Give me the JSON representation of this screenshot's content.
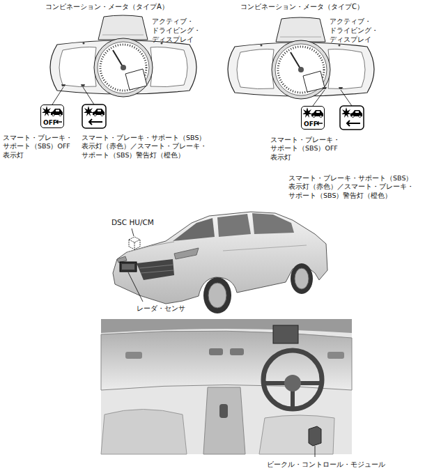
{
  "diagram": {
    "nodes": [
      {
        "text": [
          "OFF"
        ]
      },
      {
        "text": [
          "OFF"
        ]
      }
    ],
    "labels": [
      "コンビネーション・メータ（タイプA）",
      "アクティブ・ ドライビング・ ディスプレイ",
      "コンビネーション・メータ（タイプC）",
      "アクティブ・ ドライビング・ ディスプレイ",
      "スマート・ブレーキ・ サポート（SBS）OFF 表示灯",
      "スマート・ブレーキ・サポート（SBS） 表示灯（赤色）／スマート・ブレーキ・ サポート（SBS）警告灯（橙色）",
      "スマート・ブレーキ・ サポート（SBS）OFF 表示灯",
      "スマート・ブレーキ・サポート（SBS） 表示灯（赤色）／スマート・ブレーキ・ サポート（SBS）警告灯（橙色）",
      "DSC HU/CM",
      "レーダ・センサ",
      "ビークル・コントロール・モジュール"
    ]
  }
}
